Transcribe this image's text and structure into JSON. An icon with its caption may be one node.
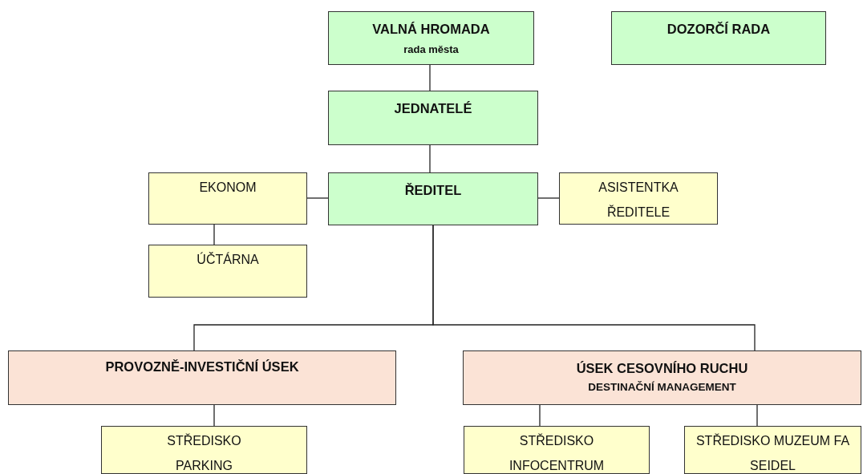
{
  "diagram": {
    "nodes": [
      {
        "text": [
          "VALNÁ HROMADA",
          "rada města"
        ]
      },
      {
        "text": [
          "DOZORČÍ RADA"
        ]
      },
      {
        "text": [
          "JEDNATELÉ"
        ]
      },
      {
        "text": [
          "ŘEDITEL"
        ]
      },
      {
        "text": [
          "EKONOM"
        ]
      },
      {
        "text": [
          "ASISTENTKA ŘEDITELE"
        ]
      },
      {
        "text": [
          "ÚČTÁRNA"
        ]
      },
      {
        "text": [
          "PROVOZNĚ-INVESTIČNÍ ÚSEK"
        ]
      },
      {
        "text": [
          "ÚSEK CESOVNÍHO RUCHU",
          "DESTINAČNÍ MANAGEMENT"
        ]
      },
      {
        "text": [
          "STŘEDISKO PARKING"
        ]
      },
      {
        "text": [
          "STŘEDISKO INFOCENTRUM"
        ]
      },
      {
        "text": [
          "STŘEDISKO MUZEUM FA SEIDEL"
        ]
      }
    ],
    "edges": [
      {
        "from": 0,
        "to": 2,
        "arrow": "none"
      },
      {
        "from": 2,
        "to": 3,
        "arrow": "none"
      },
      {
        "from": 3,
        "to": 4,
        "arrow": "none"
      },
      {
        "from": 3,
        "to": 5,
        "arrow": "none"
      },
      {
        "from": 4,
        "to": 6,
        "arrow": "none"
      },
      {
        "from": 3,
        "to": 7,
        "arrow": "none"
      },
      {
        "from": 3,
        "to": 8,
        "arrow": "none"
      },
      {
        "from": 7,
        "to": 9,
        "arrow": "none"
      },
      {
        "from": 8,
        "to": 10,
        "arrow": "none"
      },
      {
        "from": 8,
        "to": 11,
        "arrow": "none"
      }
    ]
  }
}
